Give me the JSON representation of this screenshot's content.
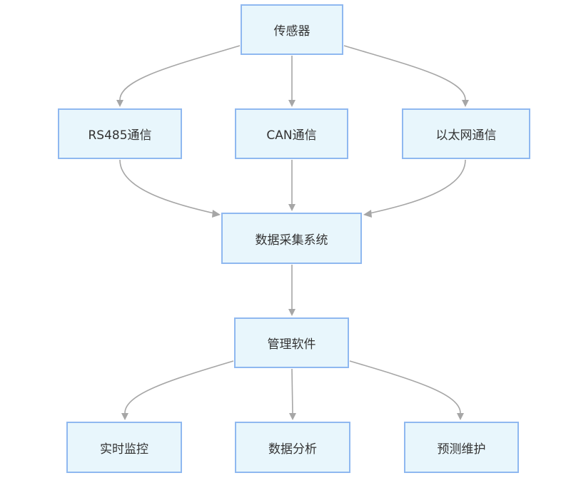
{
  "diagram": {
    "nodes": {
      "sensor": "传感器",
      "rs485": "RS485通信",
      "can": "CAN通信",
      "ethernet": "以太网通信",
      "daq": "数据采集系统",
      "mgmt": "管理软件",
      "monitor": "实时监控",
      "analysis": "数据分析",
      "predict": "预测维护"
    },
    "edges": [
      {
        "from": "sensor",
        "to": "rs485"
      },
      {
        "from": "sensor",
        "to": "can"
      },
      {
        "from": "sensor",
        "to": "ethernet"
      },
      {
        "from": "rs485",
        "to": "daq"
      },
      {
        "from": "can",
        "to": "daq"
      },
      {
        "from": "ethernet",
        "to": "daq"
      },
      {
        "from": "daq",
        "to": "mgmt"
      },
      {
        "from": "mgmt",
        "to": "monitor"
      },
      {
        "from": "mgmt",
        "to": "analysis"
      },
      {
        "from": "mgmt",
        "to": "predict"
      }
    ],
    "colors": {
      "node_fill": "#e8f6fc",
      "node_border": "#8fb8f0",
      "edge": "#a6a6a6",
      "text": "#333333"
    }
  }
}
